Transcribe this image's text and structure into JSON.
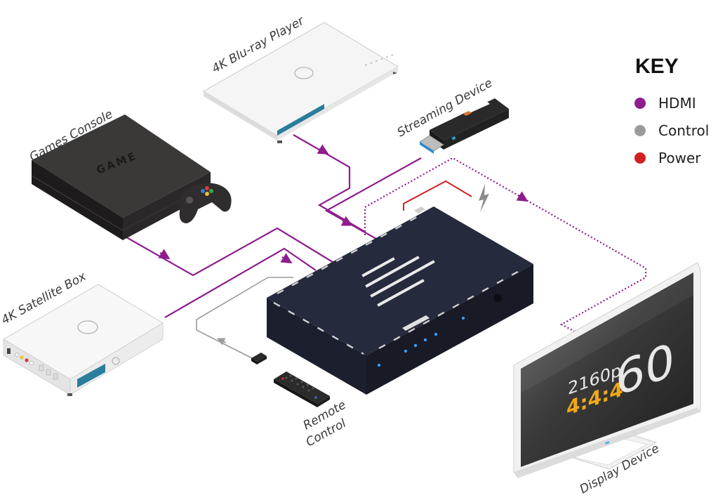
{
  "labels": {
    "bluray": "4K Blu-ray Player",
    "games": "Games Console",
    "streaming": "Streaming Device",
    "satellite": "4K Satellite Box",
    "remote_line1": "Remote",
    "remote_line2": "Control",
    "display": "Display Device"
  },
  "key": {
    "title": "KEY",
    "items": [
      {
        "label": "HDMI",
        "color": "#8e1d8e"
      },
      {
        "label": "Control",
        "color": "#9b9b9b"
      },
      {
        "label": "Power",
        "color": "#d21f1f"
      }
    ]
  },
  "tv_screen": {
    "resolution": "2160p",
    "framerate": "60",
    "chroma": "4:4:4"
  },
  "console_badge": "GAME",
  "colors": {
    "hdmi": "#8e1d8e",
    "control": "#9b9b9b",
    "power": "#d21f1f",
    "switch_body": "#262a3d"
  }
}
